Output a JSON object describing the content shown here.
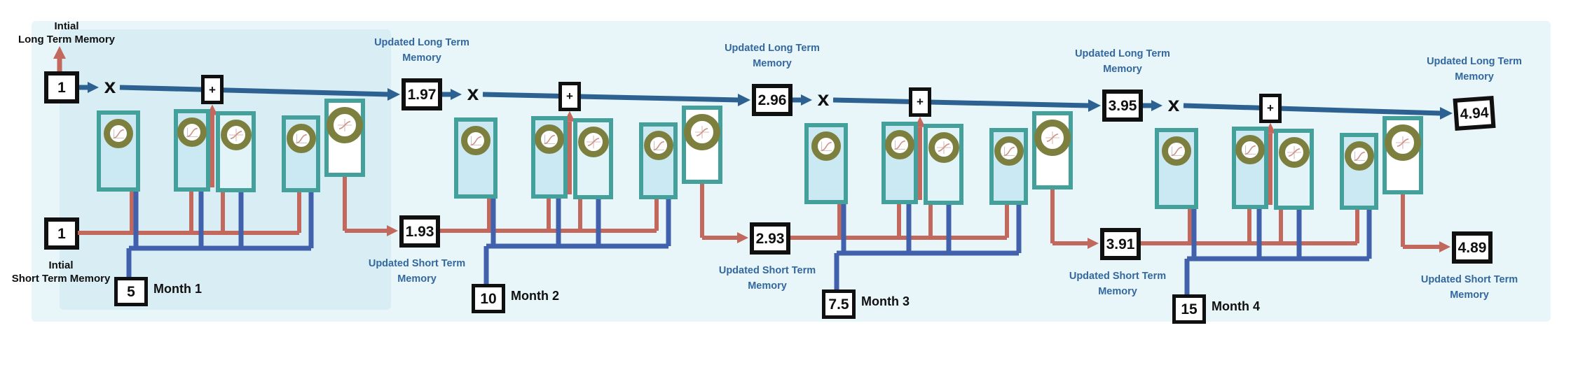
{
  "diagram": {
    "description": "LSTM memory cell unrolled over four time steps",
    "initial": {
      "long_term": {
        "label_line1": "Intial",
        "label_line2": "Long Term Memory",
        "value": "1"
      },
      "short_term": {
        "label_line1": "Intial",
        "label_line2": "Short Term Memory",
        "value": "1"
      }
    },
    "operators": {
      "multiply": "x",
      "add": "+"
    },
    "updated_ltm_label": {
      "line1": "Updated Long Term",
      "line2": "Memory"
    },
    "updated_stm_label": {
      "line1": "Updated Short Term",
      "line2": "Memory"
    },
    "cells": [
      {
        "month_label": "Month 1",
        "input_value": "5",
        "updated_long_term": "1.97",
        "updated_short_term": "1.93"
      },
      {
        "month_label": "Month 2",
        "input_value": "10",
        "updated_long_term": "2.96",
        "updated_short_term": "2.93"
      },
      {
        "month_label": "Month 3",
        "input_value": "7.5",
        "updated_long_term": "3.95",
        "updated_short_term": "3.91"
      },
      {
        "month_label": "Month 4",
        "input_value": "15",
        "updated_long_term": "4.94",
        "updated_short_term": "4.89"
      }
    ],
    "gate_icons": [
      "sigmoid-icon",
      "sigmoid-icon",
      "tanh-icon",
      "sigmoid-icon",
      "tanh-icon"
    ],
    "colors": {
      "long_term_wire": "#2d6191",
      "short_term_wire": "#c2685d",
      "input_wire": "#4161ad",
      "gate_border": "#43a09b",
      "gate_fill": "#cbe9f2",
      "gate_fill_light": "#e3f4f8",
      "gate_fill_white": "#ffffff",
      "activation_ring": "#7d7f3f",
      "label_blue": "#33689f",
      "panel_outer": "#e8f5f9",
      "panel_inner": "#d9edf5"
    }
  }
}
